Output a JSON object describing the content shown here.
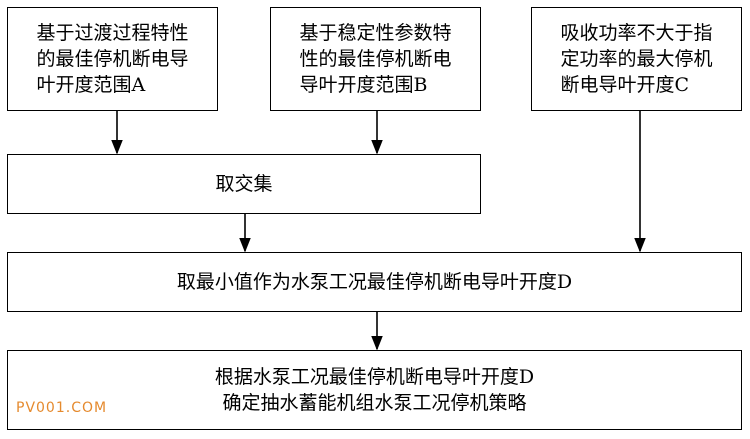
{
  "diagram": {
    "box_a": "基于过渡过程特性\n的最佳停机断电导\n叶开度范围A",
    "box_b": "基于稳定性参数特\n性的最佳停机断电\n导叶开度范围B",
    "box_c": "吸收功率不大于指\n定功率的最大停机\n断电导叶开度C",
    "box_intersect": "取交集",
    "box_min": "取最小值作为水泵工况最佳停机断电导叶开度D",
    "box_final": "根据水泵工况最佳停机断电导叶开度D\n确定抽水蓄能机组水泵工况停机策略"
  },
  "watermark": "PV001.COM",
  "colors": {
    "stroke": "#000000",
    "watermark": "#e58a2e"
  }
}
